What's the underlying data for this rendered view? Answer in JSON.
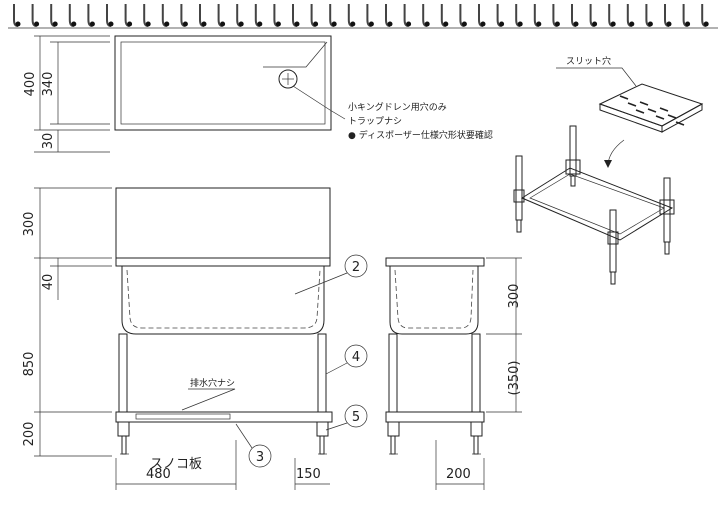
{
  "colors": {
    "line": "#222222",
    "paper": "#ffffff",
    "spiral": "#444444"
  },
  "binding": {
    "ring_count": 38,
    "icon": "spiral-ring-icon"
  },
  "plan_view": {
    "dims": [
      "400",
      "340",
      "30"
    ],
    "notes": [
      "小キングドレン用穴のみ",
      "トラップナシ",
      "● ディスポーザー仕様穴形状要確認"
    ]
  },
  "front_view": {
    "dims_left": [
      "300",
      "40",
      "850",
      "200"
    ],
    "dims_bottom": [
      "480",
      "150"
    ],
    "labels": {
      "drain": "排水穴ナシ",
      "board": "スノコ板"
    },
    "callouts": [
      "2",
      "4",
      "5",
      "3"
    ]
  },
  "side_view": {
    "dims_right": [
      "300",
      "(350)"
    ],
    "dims_bottom": [
      "200"
    ]
  },
  "iso_view": {
    "label": "スリット穴"
  }
}
